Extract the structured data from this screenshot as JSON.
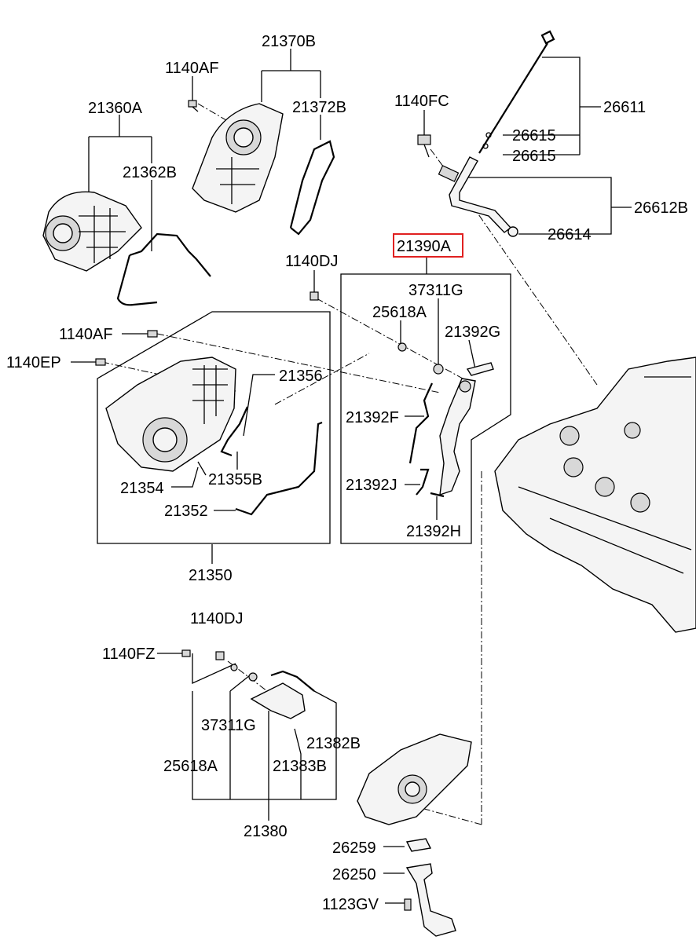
{
  "highlight_color": "#e02020",
  "highlighted_part": "21390A",
  "labels": {
    "p21370B": "21370B",
    "p1140AF_top": "1140AF",
    "p21360A": "21360A",
    "p21372B": "21372B",
    "p21362B": "21362B",
    "p1140FC": "1140FC",
    "p26611": "26611",
    "p26615_a": "26615",
    "p26615_b": "26615",
    "p26612B": "26612B",
    "p26614": "26614",
    "p21390A": "21390A",
    "p1140DJ_mid": "1140DJ",
    "p37311G_mid": "37311G",
    "p25618A_mid": "25618A",
    "p21392G": "21392G",
    "p1140AF_mid": "1140AF",
    "p1140EP": "1140EP",
    "p21356": "21356",
    "p21392F": "21392F",
    "p21392J": "21392J",
    "p21392H": "21392H",
    "p21354": "21354",
    "p21355B": "21355B",
    "p21352": "21352",
    "p21350": "21350",
    "p1140DJ_low": "1140DJ",
    "p1140FZ": "1140FZ",
    "p37311G_low": "37311G",
    "p21382B": "21382B",
    "p25618A_low": "25618A",
    "p21383B": "21383B",
    "p21380": "21380",
    "p26259": "26259",
    "p26250": "26250",
    "p1123GV": "1123GV"
  }
}
